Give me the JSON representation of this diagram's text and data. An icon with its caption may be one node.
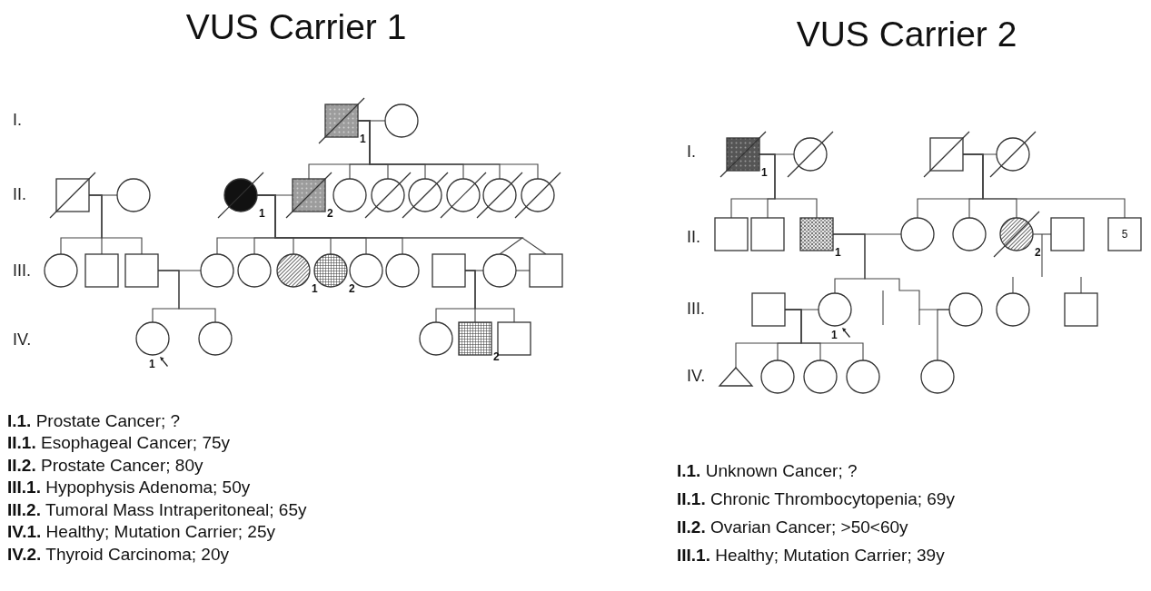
{
  "diagram": {
    "nodes": [
      {
        "text": [],
        "shape": "box",
        "beside": [
          "1"
        ]
      },
      {
        "text": [],
        "shape": "circle"
      },
      {
        "text": [],
        "shape": "box"
      },
      {
        "text": [],
        "shape": "circle"
      },
      {
        "text": [],
        "shape": "circle",
        "beside": [
          "1"
        ]
      },
      {
        "text": [],
        "shape": "box",
        "beside": [
          "2"
        ]
      },
      {
        "text": [],
        "shape": "circle"
      },
      {
        "text": [],
        "shape": "circle"
      },
      {
        "text": [],
        "shape": "circle"
      },
      {
        "text": [],
        "shape": "circle"
      },
      {
        "text": [],
        "shape": "circle"
      },
      {
        "text": [],
        "shape": "circle"
      },
      {
        "text": [],
        "shape": "circle"
      },
      {
        "text": [],
        "shape": "box"
      },
      {
        "text": [],
        "shape": "box"
      },
      {
        "text": [],
        "shape": "circle"
      },
      {
        "text": [],
        "shape": "circle"
      },
      {
        "text": [],
        "shape": "circle",
        "beside": [
          "1"
        ]
      },
      {
        "text": [],
        "shape": "circle",
        "beside": [
          "2"
        ]
      },
      {
        "text": [],
        "shape": "circle"
      },
      {
        "text": [],
        "shape": "circle"
      },
      {
        "text": [],
        "shape": "box"
      },
      {
        "text": [],
        "shape": "circle"
      },
      {
        "text": [],
        "shape": "box"
      },
      {
        "text": [],
        "shape": "circle",
        "beside": [
          "1"
        ]
      },
      {
        "text": [],
        "shape": "circle"
      },
      {
        "text": [],
        "shape": "circle"
      },
      {
        "text": [],
        "shape": "box",
        "beside": [
          "2"
        ]
      },
      {
        "text": [],
        "shape": "box"
      },
      {
        "text": [],
        "shape": "box",
        "beside": [
          "1"
        ]
      },
      {
        "text": [],
        "shape": "circle"
      },
      {
        "text": [],
        "shape": "box"
      },
      {
        "text": [],
        "shape": "circle"
      },
      {
        "text": [],
        "shape": "box"
      },
      {
        "text": [],
        "shape": "box"
      },
      {
        "text": [],
        "shape": "box",
        "beside": [
          "1"
        ]
      },
      {
        "text": [],
        "shape": "circle"
      },
      {
        "text": [],
        "shape": "circle"
      },
      {
        "text": [],
        "shape": "circle",
        "beside": [
          "2"
        ]
      },
      {
        "text": [],
        "shape": "box"
      },
      {
        "text": [
          "5"
        ]
      },
      {
        "text": [],
        "shape": "box"
      },
      {
        "text": [],
        "shape": "circle",
        "beside": [
          "1"
        ]
      },
      {
        "text": [],
        "shape": "circle"
      },
      {
        "text": [],
        "shape": "circle"
      },
      {
        "text": [],
        "shape": "box"
      },
      {
        "text": [],
        "shape": "triangle"
      },
      {
        "text": [],
        "shape": "circle"
      },
      {
        "text": [],
        "shape": "circle"
      },
      {
        "text": [],
        "shape": "circle"
      },
      {
        "text": [],
        "shape": "circle"
      }
    ],
    "edges": [
      {
        "from": 0,
        "to": 1,
        "arrow": "none"
      },
      {
        "from": 0,
        "to": 5,
        "arrow": "none"
      },
      {
        "from": 0,
        "to": 6,
        "arrow": "none"
      },
      {
        "from": 0,
        "to": 7,
        "arrow": "none"
      },
      {
        "from": 0,
        "to": 8,
        "arrow": "none"
      },
      {
        "from": 0,
        "to": 9,
        "arrow": "none"
      },
      {
        "from": 0,
        "to": 10,
        "arrow": "none"
      },
      {
        "from": 0,
        "to": 11,
        "arrow": "none"
      },
      {
        "from": 2,
        "to": 3,
        "arrow": "none"
      },
      {
        "from": 2,
        "to": 12,
        "arrow": "none"
      },
      {
        "from": 2,
        "to": 13,
        "arrow": "none"
      },
      {
        "from": 2,
        "to": 14,
        "arrow": "none"
      },
      {
        "from": 4,
        "to": 5,
        "arrow": "none"
      },
      {
        "from": 4,
        "to": 15,
        "arrow": "none"
      },
      {
        "from": 4,
        "to": 16,
        "arrow": "none"
      },
      {
        "from": 4,
        "to": 17,
        "arrow": "none"
      },
      {
        "from": 4,
        "to": 18,
        "arrow": "none"
      },
      {
        "from": 4,
        "to": 19,
        "arrow": "none"
      },
      {
        "from": 4,
        "to": 20,
        "arrow": "none"
      },
      {
        "from": 4,
        "to": 22,
        "arrow": "none"
      },
      {
        "from": 4,
        "to": 23,
        "arrow": "none"
      },
      {
        "from": 14,
        "to": 15,
        "arrow": "none"
      },
      {
        "from": 21,
        "to": 22,
        "arrow": "none"
      },
      {
        "from": 22,
        "to": 23,
        "arrow": "none"
      },
      {
        "from": 14,
        "to": 24,
        "arrow": "none"
      },
      {
        "from": 14,
        "to": 25,
        "arrow": "none"
      },
      {
        "from": 21,
        "to": 26,
        "arrow": "none"
      },
      {
        "from": 21,
        "to": 27,
        "arrow": "none"
      },
      {
        "from": 21,
        "to": 28,
        "arrow": "none"
      },
      {
        "from": 29,
        "to": 30,
        "arrow": "none"
      },
      {
        "from": 29,
        "to": 33,
        "arrow": "none"
      },
      {
        "from": 29,
        "to": 34,
        "arrow": "none"
      },
      {
        "from": 29,
        "to": 35,
        "arrow": "none"
      },
      {
        "from": 31,
        "to": 32,
        "arrow": "none"
      },
      {
        "from": 31,
        "to": 36,
        "arrow": "none"
      },
      {
        "from": 31,
        "to": 37,
        "arrow": "none"
      },
      {
        "from": 31,
        "to": 38,
        "arrow": "none"
      },
      {
        "from": 31,
        "to": 40,
        "arrow": "none"
      },
      {
        "from": 35,
        "to": 36,
        "arrow": "none"
      },
      {
        "from": 38,
        "to": 39,
        "arrow": "none"
      },
      {
        "from": 35,
        "to": 42,
        "arrow": "none"
      },
      {
        "from": 35,
        "to": 43,
        "arrow": "none"
      },
      {
        "from": 41,
        "to": 42,
        "arrow": "none"
      },
      {
        "from": 41,
        "to": 46,
        "arrow": "none"
      },
      {
        "from": 41,
        "to": 47,
        "arrow": "none"
      },
      {
        "from": 41,
        "to": 48,
        "arrow": "none"
      },
      {
        "from": 41,
        "to": 49,
        "arrow": "none"
      },
      {
        "from": 43,
        "to": 50,
        "arrow": "none"
      }
    ],
    "labels": [
      "VUS Carrier 1",
      "VUS Carrier 2",
      "I.",
      "II.",
      "III.",
      "IV.",
      "I.",
      "II.",
      "III.",
      "IV.",
      "**I.1.** Prostate Cancer; ?",
      "**II.1.** Esophageal Cancer; 75y",
      "**II.2.** Prostate Cancer; 80y",
      "**III.1.** Hypophysis Adenoma; 50y",
      "**III.2.** Tumoral Mass Intraperitoneal; 65y",
      "**IV.1.** Healthy; Mutation Carrier; 25y",
      "**IV.2.** Thyroid Carcinoma; 20y",
      "**I.1.** Unknown Cancer; ?",
      "**II.1.** Chronic Thrombocytopenia; 69y",
      "**II.2.** Ovarian Cancer; >50<60y",
      "**III.1.** Healthy; Mutation Carrier; 39y"
    ]
  }
}
